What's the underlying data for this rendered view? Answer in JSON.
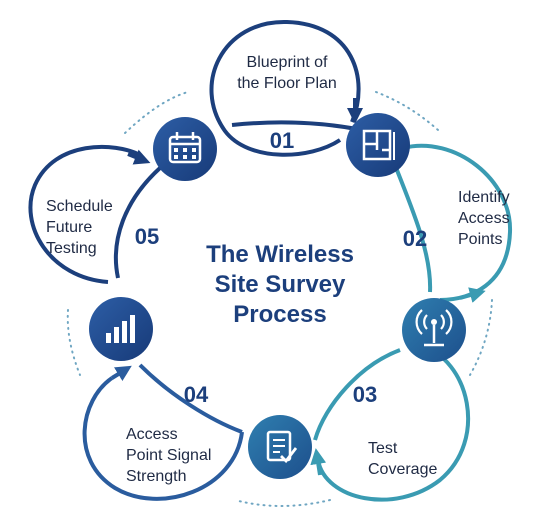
{
  "title": [
    "The Wireless",
    "Site Survey",
    "Process"
  ],
  "steps": [
    {
      "number": "01",
      "label": [
        "Blueprint of",
        "the Floor Plan"
      ],
      "icon": "floor-plan-icon"
    },
    {
      "number": "02",
      "label": [
        "Identify",
        "Access",
        "Points"
      ],
      "icon": "access-point-icon"
    },
    {
      "number": "03",
      "label": [
        "Test",
        "Coverage"
      ],
      "icon": "checklist-icon"
    },
    {
      "number": "04",
      "label": [
        "Access",
        "Point Signal",
        "Strength"
      ],
      "icon": "signal-bars-icon"
    },
    {
      "number": "05",
      "label": [
        "Schedule",
        "Future",
        "Testing"
      ],
      "icon": "calendar-icon"
    }
  ],
  "colors": {
    "navy": "#1c3f7c",
    "blue": "#2a5c9e",
    "teal": "#3a9bb2",
    "text": "#1f2a44",
    "dots": "#6fa6c2"
  }
}
